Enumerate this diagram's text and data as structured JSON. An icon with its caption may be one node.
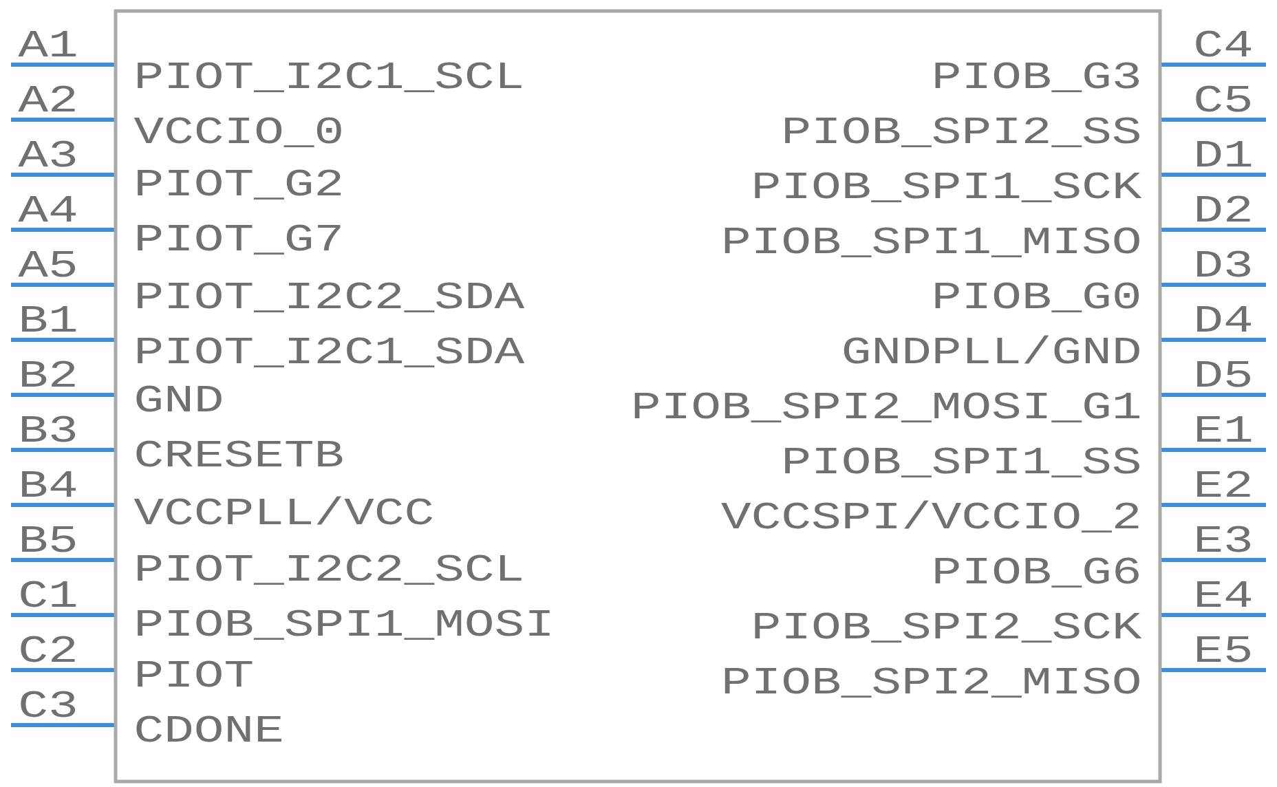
{
  "diagram": {
    "nodes": [
      {
        "text": [
          "PIOT_I2C1_SCL",
          "VCCIO_0",
          "PIOT_G2",
          "PIOT_G7",
          "PIOT_I2C2_SDA",
          "PIOT_I2C1_SDA",
          "GND",
          "CRESETB",
          "VCCPLL/VCC",
          "PIOT_I2C2_SCL",
          "PIOB_SPI1_MOSI",
          "PIOT",
          "CDONE",
          "PIOB_G3",
          "PIOB_SPI2_SS",
          "PIOB_SPI1_SCK",
          "PIOB_SPI1_MISO",
          "PIOB_G0",
          "GNDPLL/GND",
          "PIOB_SPI2_MOSI_G1",
          "PIOB_SPI1_SS",
          "VCCSPI/VCCIO_2",
          "PIOB_G6",
          "PIOB_SPI2_SCK",
          "PIOB_SPI2_MISO"
        ]
      }
    ],
    "labels": [
      "A1",
      "A2",
      "A3",
      "A4",
      "A5",
      "B1",
      "B2",
      "B3",
      "B4",
      "B5",
      "C1",
      "C2",
      "C3",
      "C4",
      "C5",
      "D1",
      "D2",
      "D3",
      "D4",
      "D5",
      "E1",
      "E2",
      "E3",
      "E4",
      "E5"
    ]
  }
}
